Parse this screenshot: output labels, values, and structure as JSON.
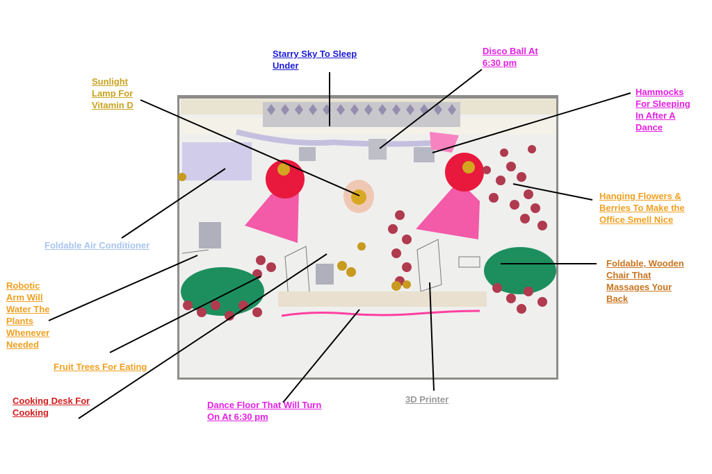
{
  "labels": {
    "starry_sky": {
      "lines": [
        "Starry Sky To Sleep",
        "Under"
      ],
      "color": "#1a1ad6"
    },
    "disco_ball": {
      "lines": [
        "Disco Ball At",
        "6:30 pm"
      ],
      "color": "#e31ee3"
    },
    "sunlight_lamp": {
      "lines": [
        "Sunlight",
        "Lamp For",
        "Vitamin D"
      ],
      "color": "#c9a21e"
    },
    "hammocks": {
      "lines": [
        "Hammocks",
        "For Sleeping",
        "In After A",
        "Dance"
      ],
      "color": "#e31ee3"
    },
    "hanging_flowers": {
      "lines": [
        "Hanging Flowers &",
        "Berries To Make the",
        "Office Smell Nice"
      ],
      "color": "#f0a020"
    },
    "foldable_air": {
      "lines": [
        "Foldable Air Conditioner"
      ],
      "color": "#a7c4ef"
    },
    "foldable_chair": {
      "lines": [
        "Foldable, Wooden",
        "Chair That",
        "Massages Your",
        "Back"
      ],
      "color": "#c8741e"
    },
    "robotic_arm": {
      "lines": [
        "Robotic",
        "Arm Will",
        "Water The",
        "Plants",
        "Whenever",
        "Needed"
      ],
      "color": "#f0a020"
    },
    "fruit_trees": {
      "lines": [
        "Fruit Trees For Eating"
      ],
      "color": "#f0a020"
    },
    "cooking_desk": {
      "lines": [
        "Cooking Desk For",
        "Cooking"
      ],
      "color": "#d21c1c"
    },
    "dance_floor": {
      "lines": [
        "Dance Floor That Will Turn",
        "On At 6:30 pm"
      ],
      "color": "#e31ee3"
    },
    "printer_3d": {
      "lines": [
        "3D Printer"
      ],
      "color": "#999999"
    }
  },
  "colors": {
    "background": "#ffffff",
    "leader_line": "#000000",
    "photo_backdrop": "#8e8c89",
    "paper": "#efefee"
  }
}
